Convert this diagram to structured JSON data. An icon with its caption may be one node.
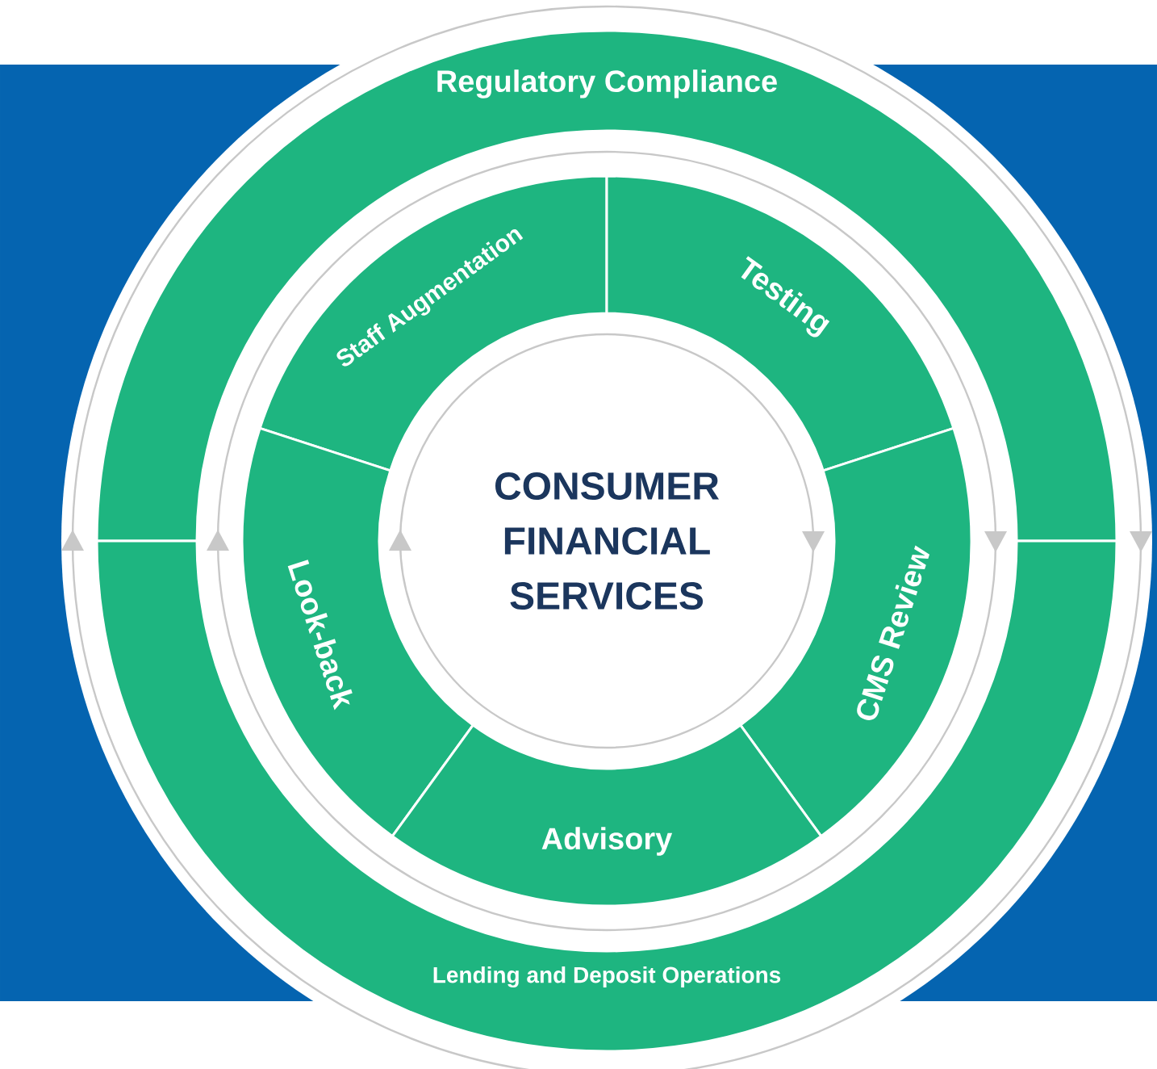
{
  "diagram": {
    "nodes": [
      {
        "text": [
          "Regulatory Compliance"
        ]
      },
      {
        "text": [
          "Staff Augmentation"
        ]
      },
      {
        "text": [
          "Testing"
        ]
      },
      {
        "text": [
          "CONSUMER FINANCIAL SERVICES"
        ]
      },
      {
        "text": [
          "Look-back"
        ]
      },
      {
        "text": [
          "CMS Review"
        ]
      },
      {
        "text": [
          "Advisory"
        ]
      },
      {
        "text": [
          "Lending and Deposit Operations"
        ]
      }
    ]
  }
}
